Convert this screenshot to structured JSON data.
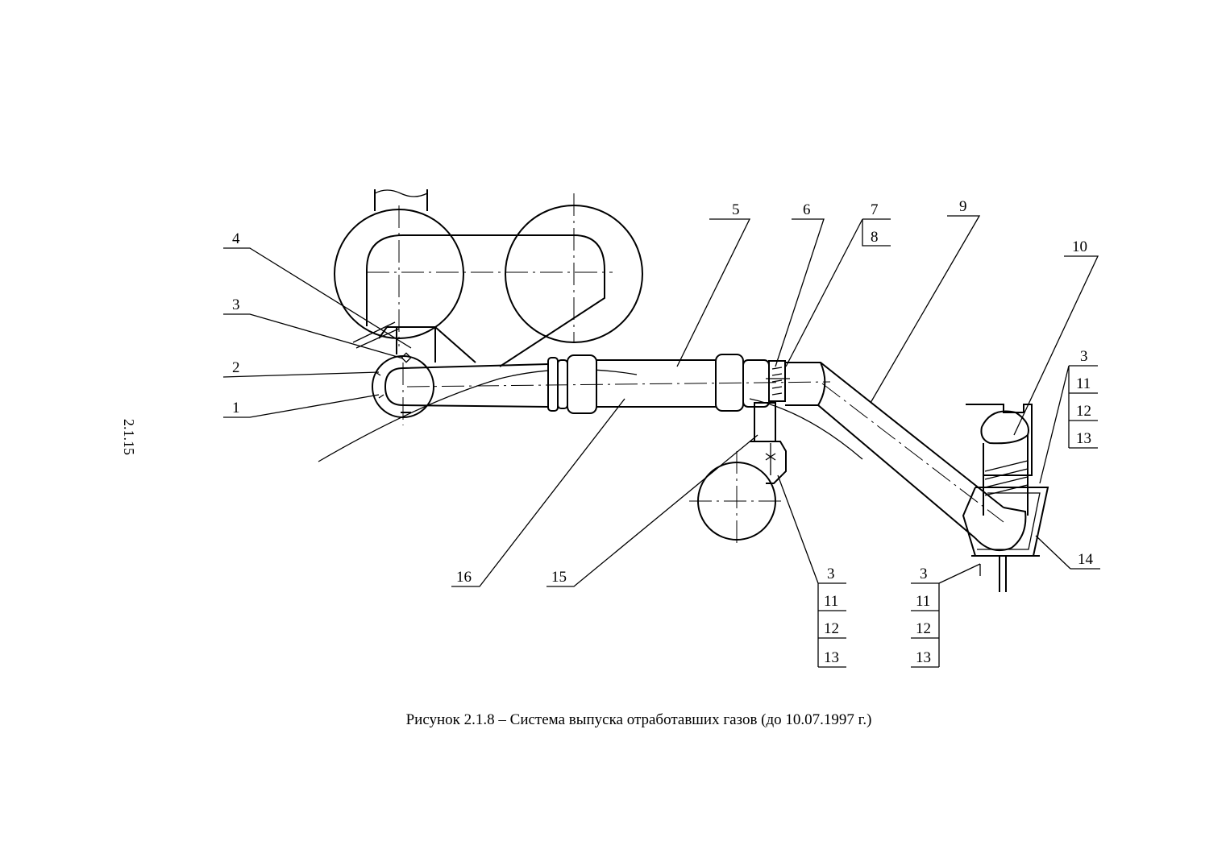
{
  "caption": "Рисунок 2.1.8 – Система выпуска отработавших газов (до 10.07.1997 г.)",
  "page_number": "2.1.15",
  "callouts": {
    "c1": "1",
    "c2": "2",
    "c3a": "3",
    "c4": "4",
    "c5": "5",
    "c6": "6",
    "c7": "7",
    "c8": "8",
    "c9": "9",
    "c10": "10",
    "c3b": "3",
    "c11b": "11",
    "c12b": "12",
    "c13b": "13",
    "c14": "14",
    "c15": "15",
    "c16": "16",
    "c3c": "3",
    "c11c": "11",
    "c12c": "12",
    "c13c": "13",
    "c3d": "3",
    "c11d": "11",
    "c12d": "12",
    "c13d": "13"
  }
}
